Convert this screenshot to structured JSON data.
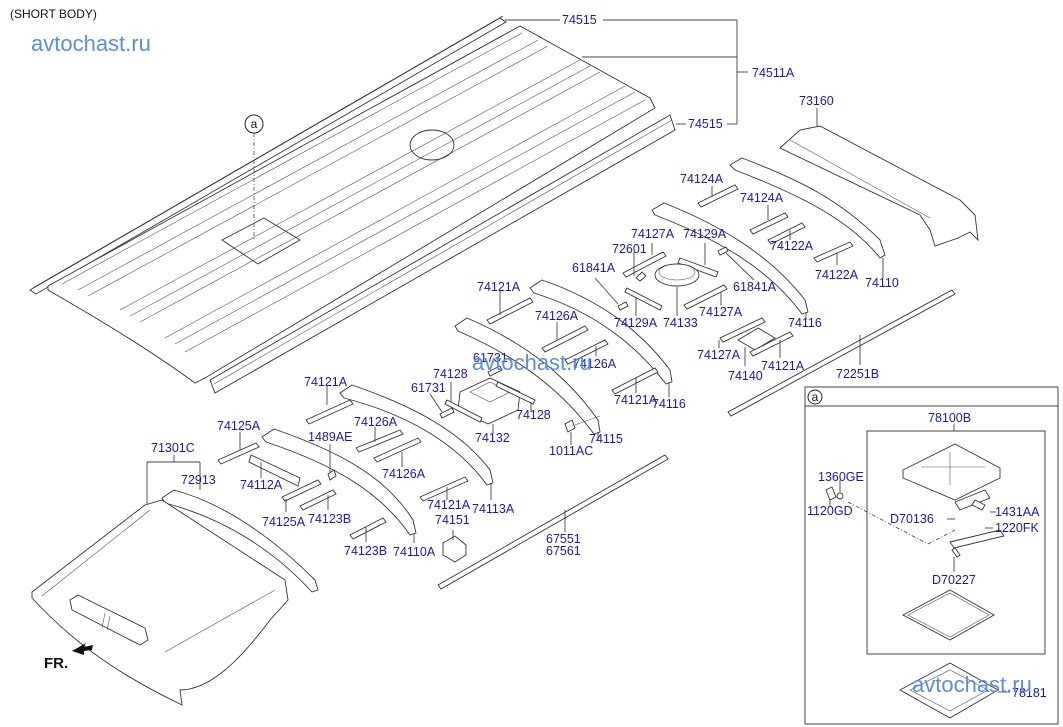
{
  "diagram": {
    "title": "(SHORT BODY)",
    "watermark": "avtochast.ru",
    "direction_label": "FR.",
    "callout_letter": "a",
    "colors": {
      "label": "#1a1aa8",
      "watermark": "#5b8fd6",
      "line": "#333333"
    }
  },
  "labels": {
    "l74515_top": "74515",
    "l74511A": "74511A",
    "l74515_bot": "74515",
    "l73160": "73160",
    "l74124A_1": "74124A",
    "l74124A_2": "74124A",
    "l74127A_1": "74127A",
    "l74129A_1": "74129A",
    "l72601": "72601",
    "l74122A_1": "74122A",
    "l61841A_1": "61841A",
    "l74122A_2": "74122A",
    "l74110": "74110",
    "l61841A_2": "61841A",
    "l74121A_1": "74121A",
    "l74129A_2": "74129A",
    "l74133": "74133",
    "l74127A_2": "74127A",
    "l74116_1": "74116",
    "l74126A_1": "74126A",
    "l61731_1": "61731",
    "l74126A_2": "74126A",
    "l74127A_3": "74127A",
    "l74140": "74140",
    "l74121A_2": "74121A",
    "l72251B": "72251B",
    "l74121A_3": "74121A",
    "l74128_1": "74128",
    "l61731_2": "61731",
    "l74128_2": "74128",
    "l74121A_4": "74121A",
    "l74116_2": "74116",
    "l74132": "74132",
    "l74115": "74115",
    "l1011AC": "1011AC",
    "l74125A_1": "74125A",
    "l1489AE": "1489AE",
    "l74126A_3": "74126A",
    "l71301C": "71301C",
    "l74112A": "74112A",
    "l74126A_4": "74126A",
    "l72913": "72913",
    "l74121A_5": "74121A",
    "l74113A": "74113A",
    "l74151": "74151",
    "l74125A_2": "74125A",
    "l74123B_1": "74123B",
    "l74123B_2": "74123B",
    "l74110A": "74110A",
    "l67551": "67551",
    "l67561": "67561"
  },
  "detail_a": {
    "callout_letter": "a",
    "labels": {
      "l78100B": "78100B",
      "l1360GE": "1360GE",
      "l1120GD": "1120GD",
      "lD70136": "D70136",
      "l1431AA": "1431AA",
      "l1220FK": "1220FK",
      "lD70227": "D70227",
      "l78181": "78181"
    }
  }
}
